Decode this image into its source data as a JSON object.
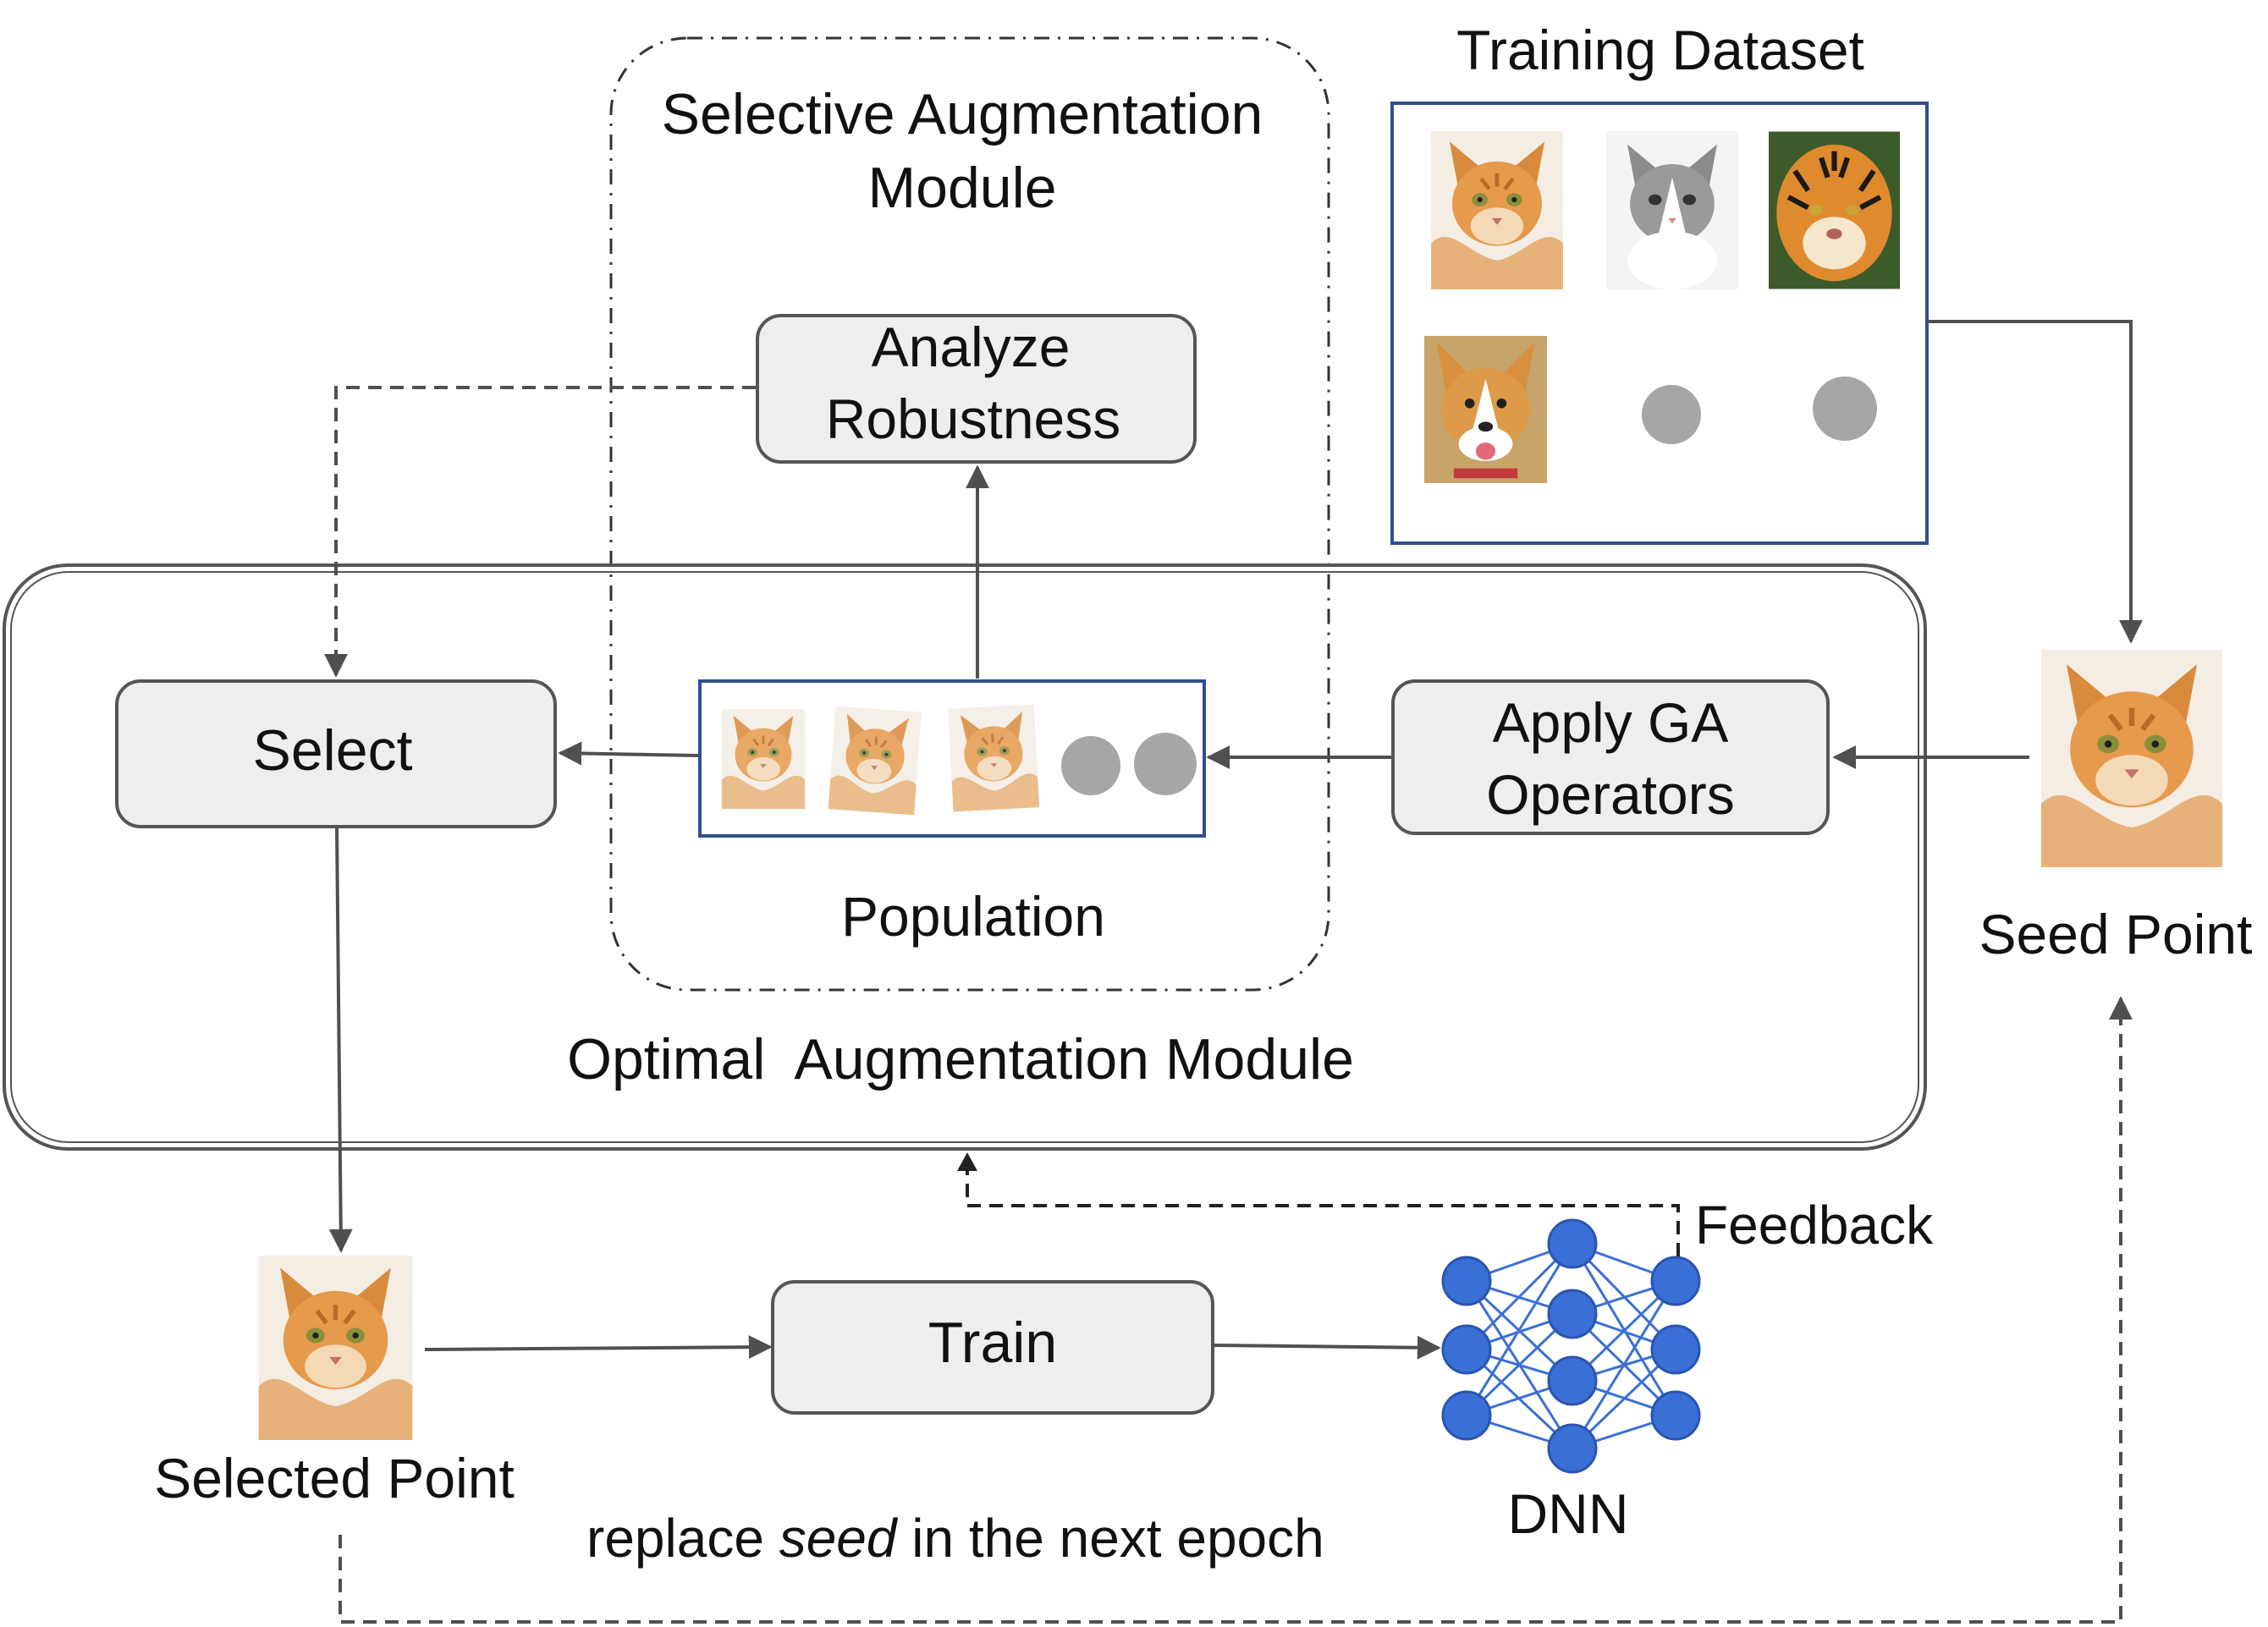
{
  "diagram": {
    "training_dataset_title": "Training Dataset",
    "selective_module_title_line1": "Selective Augmentation",
    "selective_module_title_line2": "Module",
    "analyze_line1": "Analyze",
    "analyze_line2": "Robustness",
    "select_label": "Select",
    "apply_line1": "Apply GA",
    "apply_line2": "Operators",
    "population_label": "Population",
    "optimal_module_label": "Optimal  Augmentation Module",
    "seed_point_label": "Seed Point",
    "feedback_label": "Feedback",
    "train_label": "Train",
    "dnn_label": "DNN",
    "selected_point_label": "Selected Point",
    "replace_prefix": "replace ",
    "replace_seed": "seed",
    "replace_suffix": " in the next epoch"
  },
  "images": {
    "dataset": [
      "orange tabby cat photo",
      "grey and white cat photo",
      "tiger photo",
      "corgi dog photo"
    ],
    "population": [
      "augmented cat photo",
      "rotated cat photo",
      "tilted cat photo"
    ],
    "seed": "orange tabby cat photo",
    "selected": "orange tabby cat photo"
  },
  "colors": {
    "box_fill": "#eeeeee",
    "box_stroke": "#555555",
    "blue_frame": "#2f4f8f",
    "neuron": "#3a6fd6",
    "neuron_stroke": "#2a55b0",
    "gray_dot": "#a6a6a6",
    "arrow": "#505050"
  }
}
